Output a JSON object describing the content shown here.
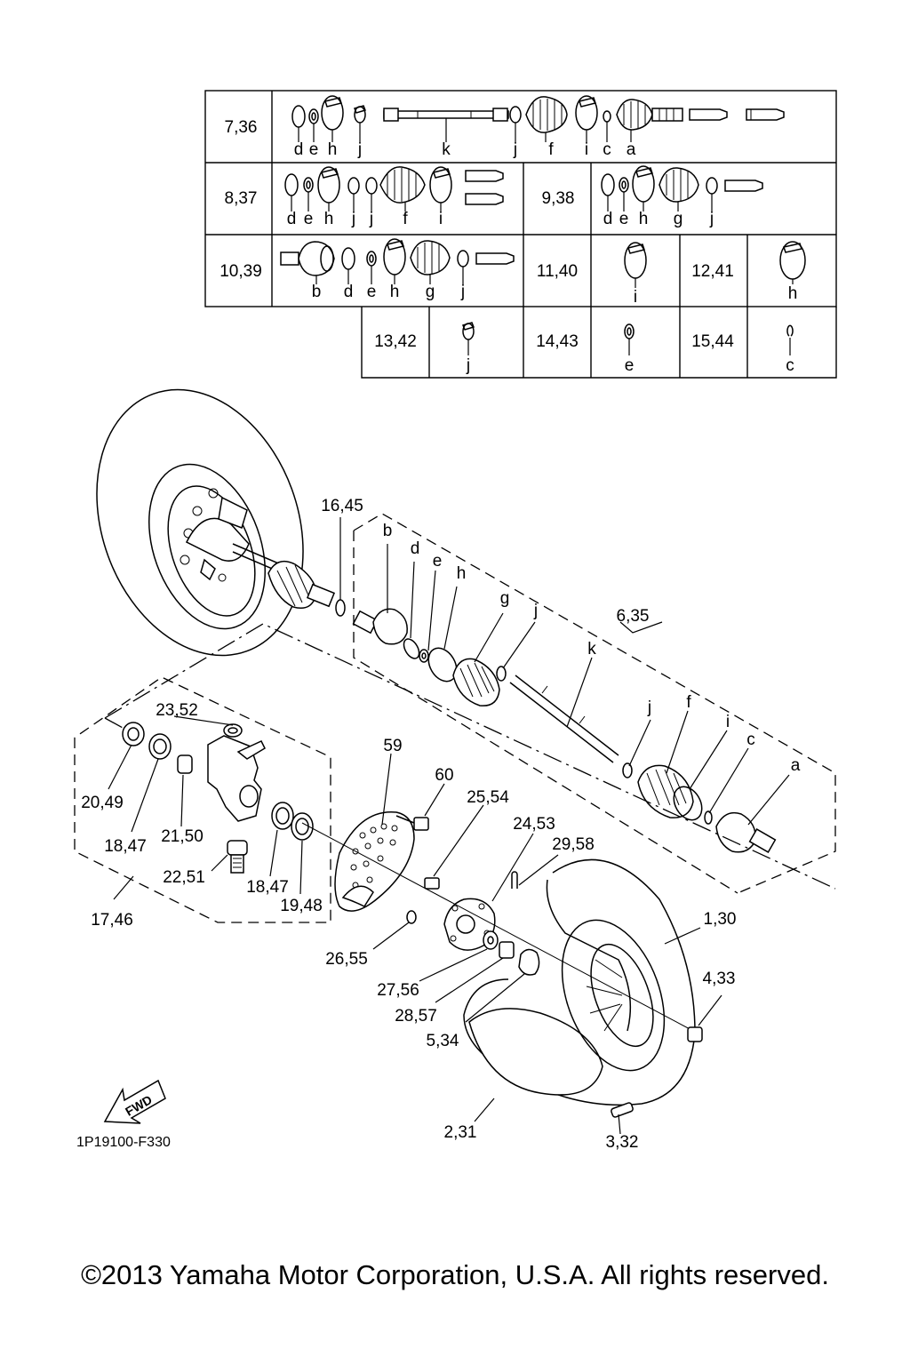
{
  "kit_table": {
    "rows": [
      {
        "label": "7,36",
        "letters": [
          "d",
          "e",
          "h",
          "j",
          "k",
          "j",
          "f",
          "i",
          "c",
          "a"
        ]
      },
      {
        "label": "8,37",
        "letters": [
          "d",
          "e",
          "h",
          "j",
          "j",
          "f",
          "i"
        ]
      },
      {
        "label": "9,38",
        "letters": [
          "d",
          "e",
          "h",
          "g",
          "j"
        ]
      },
      {
        "label": "10,39",
        "letters": [
          "b",
          "d",
          "e",
          "h",
          "g",
          "j"
        ]
      },
      {
        "label": "11,40",
        "letters": [
          "i"
        ]
      },
      {
        "label": "12,41",
        "letters": [
          "h"
        ]
      },
      {
        "label": "13,42",
        "letters": [
          "j"
        ]
      },
      {
        "label": "14,43",
        "letters": [
          "e"
        ]
      },
      {
        "label": "15,44",
        "letters": [
          "c"
        ]
      }
    ]
  },
  "axle_letters": [
    "b",
    "d",
    "e",
    "h",
    "g",
    "j",
    "k",
    "j",
    "f",
    "i",
    "c",
    "a"
  ],
  "callouts": {
    "c16_45": "16,45",
    "c6_35": "6,35",
    "c23_52": "23,52",
    "c20_49": "20,49",
    "c18_47a": "18,47",
    "c21_50": "21,50",
    "c22_51": "22,51",
    "c17_46": "17,46",
    "c18_47b": "18,47",
    "c19_48": "19,48",
    "c59": "59",
    "c60": "60",
    "c25_54": "25,54",
    "c24_53": "24,53",
    "c29_58": "29,58",
    "c26_55": "26,55",
    "c27_56": "27,56",
    "c28_57": "28,57",
    "c5_34": "5,34",
    "c1_30": "1,30",
    "c4_33": "4,33",
    "c2_31": "2,31",
    "c3_32": "3,32"
  },
  "fwd_label": "FWD",
  "diagram_code": "1P19100-F330",
  "copyright": "©2013 Yamaha Motor Corporation, U.S.A. All rights reserved."
}
